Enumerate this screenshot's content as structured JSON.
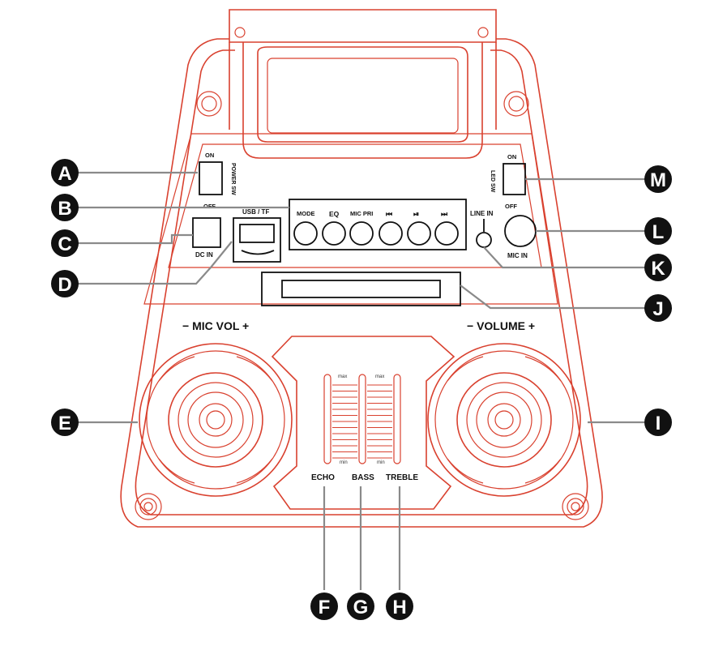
{
  "controls": {
    "power_on": "ON",
    "power_off": "OFF",
    "power_sw": "POWER SW",
    "led_on": "ON",
    "led_off": "OFF",
    "led_sw": "LED SW",
    "dc_in": "DC  IN",
    "usb_tf": "USB / TF",
    "mode": "MODE",
    "eq": "EQ",
    "mic_pri": "MIC PRI",
    "prev": "⏮",
    "play_pause": "⏯",
    "next": "⏭",
    "line_in": "LINE IN",
    "mic_in": "MIC IN",
    "mic_vol": "−  MIC VOL  +",
    "volume": "−  VOLUME  +",
    "echo": "ECHO",
    "bass": "BASS",
    "treble": "TREBLE",
    "max": "max",
    "min": "min"
  },
  "badges": {
    "a": "A",
    "b": "B",
    "c": "C",
    "d": "D",
    "e": "E",
    "f": "F",
    "g": "G",
    "h": "H",
    "i": "I",
    "j": "J",
    "k": "K",
    "l": "L",
    "m": "M"
  },
  "colors": {
    "outline": "#d9412f",
    "badge": "#111111",
    "leader": "#8a8a8a"
  }
}
